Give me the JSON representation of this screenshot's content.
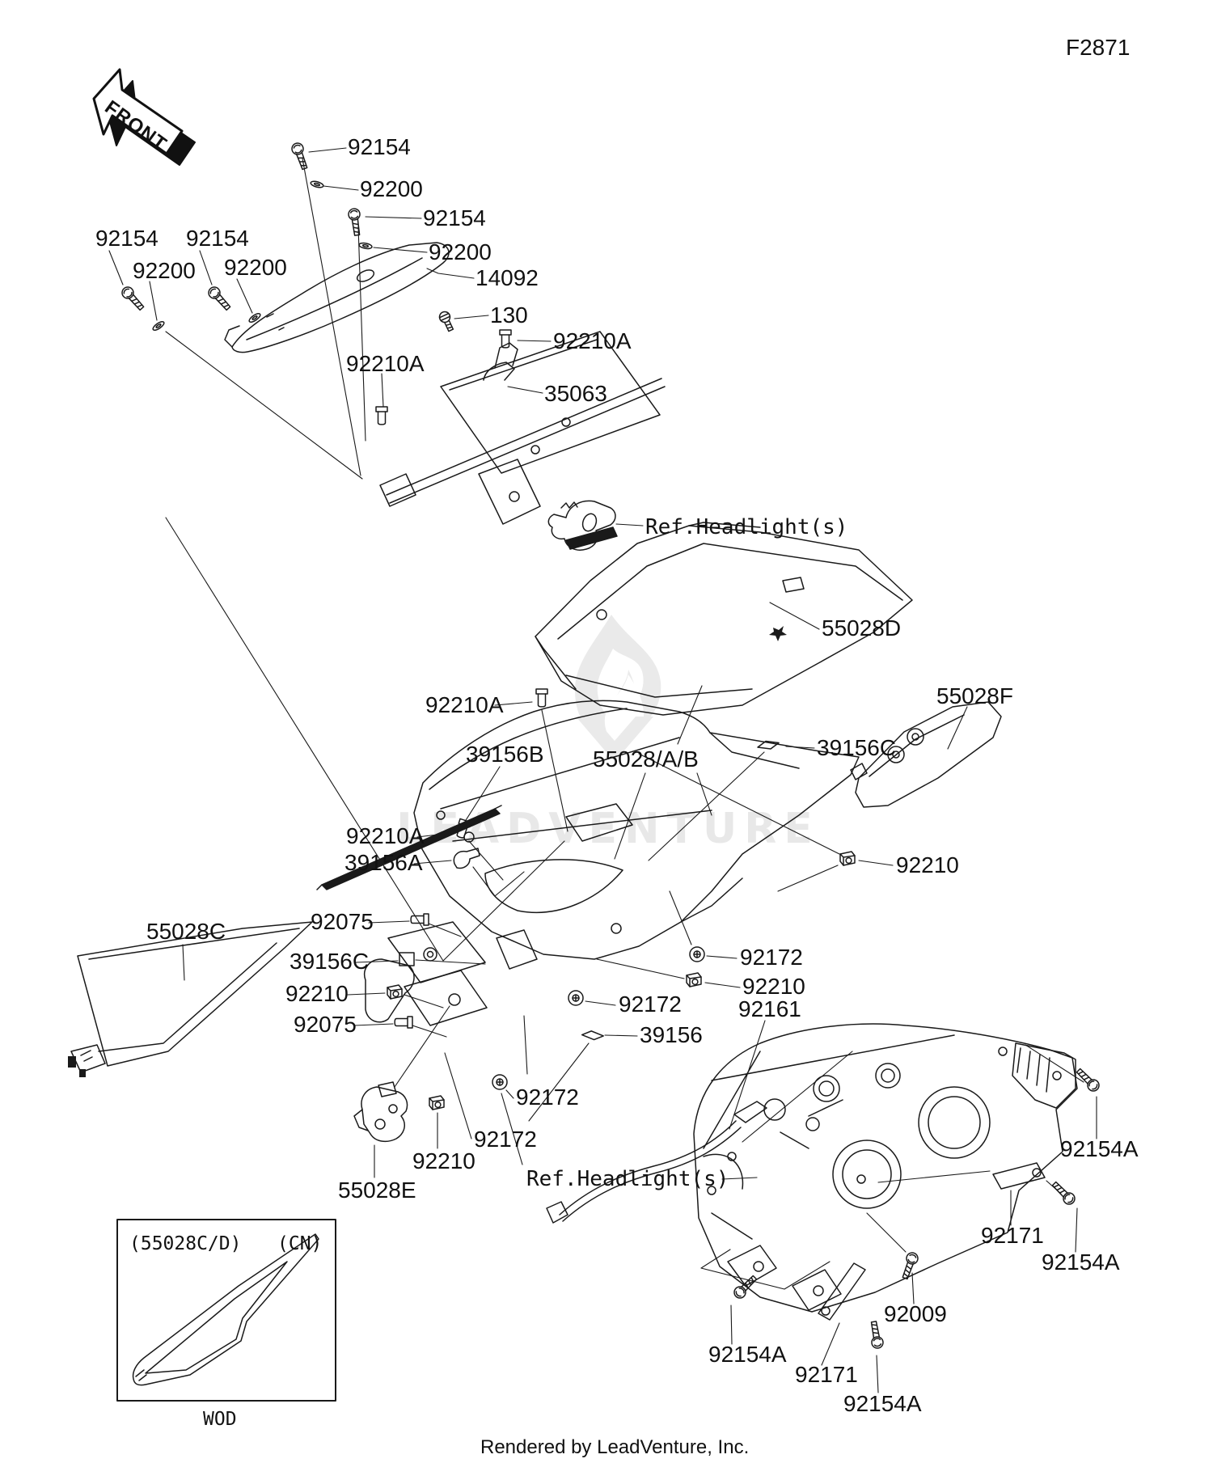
{
  "page": {
    "figure_code": "F2871",
    "front_label": "FRONT",
    "watermark": "LEADVENTURE",
    "footer": "Rendered by LeadVenture, Inc."
  },
  "inset": {
    "line_left": "(55028C/D)",
    "line_right": "(CN)",
    "caption": "WOD"
  },
  "labels": [
    {
      "text": "92154"
    },
    {
      "text": "92200"
    },
    {
      "text": "92154"
    },
    {
      "text": "92200"
    },
    {
      "text": "14092"
    },
    {
      "text": "92154"
    },
    {
      "text": "92154"
    },
    {
      "text": "92200"
    },
    {
      "text": "92200"
    },
    {
      "text": "130"
    },
    {
      "text": "92210A"
    },
    {
      "text": "35063"
    },
    {
      "text": "92210A"
    },
    {
      "text": "Ref.Headlight(s)"
    },
    {
      "text": "55028D"
    },
    {
      "text": "55028F"
    },
    {
      "text": "39156C"
    },
    {
      "text": "92210A"
    },
    {
      "text": "39156B"
    },
    {
      "text": "55028/A/B"
    },
    {
      "text": "92210A"
    },
    {
      "text": "39156A"
    },
    {
      "text": "92210"
    },
    {
      "text": "55028C"
    },
    {
      "text": "92075"
    },
    {
      "text": "39156C"
    },
    {
      "text": "92210"
    },
    {
      "text": "92075"
    },
    {
      "text": "92172"
    },
    {
      "text": "92210"
    },
    {
      "text": "92161"
    },
    {
      "text": "92172"
    },
    {
      "text": "39156"
    },
    {
      "text": "92172"
    },
    {
      "text": "92172"
    },
    {
      "text": "92210"
    },
    {
      "text": "55028E"
    },
    {
      "text": "Ref.Headlight(s)"
    },
    {
      "text": "92154A"
    },
    {
      "text": "92171"
    },
    {
      "text": "92154A"
    },
    {
      "text": "92009"
    },
    {
      "text": "92154A"
    },
    {
      "text": "92171"
    },
    {
      "text": "92154A"
    }
  ]
}
